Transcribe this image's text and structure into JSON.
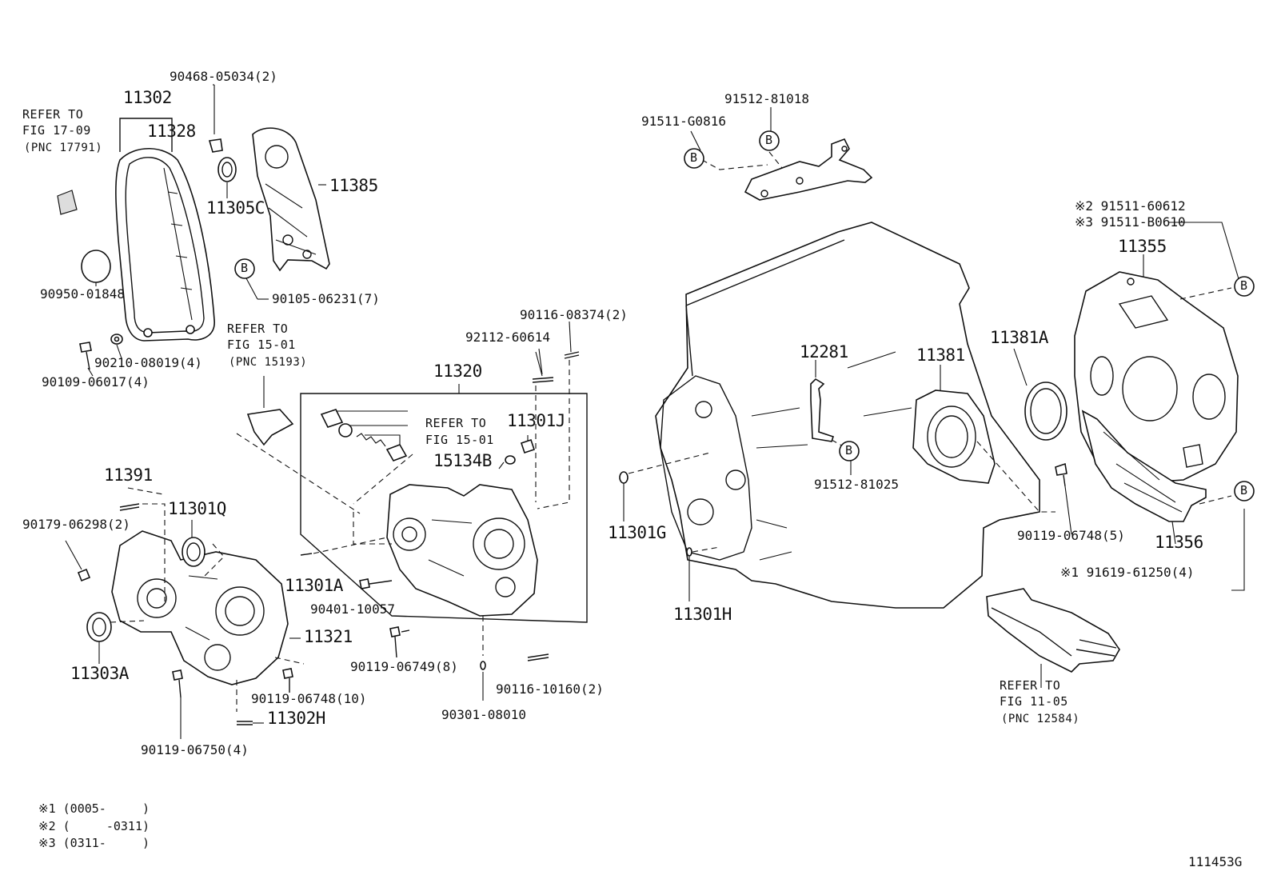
{
  "diagram": {
    "figure_code": "111453G",
    "refer": {
      "fig_17_09": {
        "line1": "REFER TO",
        "line2": "FIG 17-09",
        "line3": "(PNC 17791)"
      },
      "fig_15_01_upper": {
        "line1": "REFER TO",
        "line2": "FIG 15-01",
        "line3": "(PNC 15193)"
      },
      "fig_15_01_pump": {
        "line1": "REFER TO",
        "line2": "FIG 15-01"
      },
      "fig_11_05": {
        "line1": "REFER TO",
        "line2": "FIG 11-05",
        "line3": "(PNC 12584)"
      }
    },
    "parts": {
      "p90468_05034": "90468-05034(2)",
      "p11302": "11302",
      "p11328": "11328",
      "p11305C": "11305C",
      "p11385": "11385",
      "p90950_01848": "90950-01848",
      "p90105_06231": "90105-06231(7)",
      "p90210_08019": "90210-08019(4)",
      "p90109_06017": "90109-06017(4)",
      "p90116_08374": "90116-08374(2)",
      "p92112_60614": "92112-60614",
      "p11320": "11320",
      "p11301J": "11301J",
      "p15134B": "15134B",
      "p11391": "11391",
      "p11301Q": "11301Q",
      "p90179_06298": "90179-06298(2)",
      "p11301A": "11301A",
      "p90401_10057": "90401-10057",
      "p11321": "11321",
      "p11303A": "11303A",
      "p90119_06749": "90119-06749(8)",
      "p90119_06748_10": "90119-06748(10)",
      "p11302H": "11302H",
      "p90116_10160": "90116-10160(2)",
      "p90301_08010": "90301-08010",
      "p90119_06750": "90119-06750(4)",
      "p91512_81018": "91512-81018",
      "p91511_G0816": "91511-G0816",
      "p91511_60612": "※2 91511-60612",
      "p91511_B0610": "※3 91511-B0610",
      "p11355": "11355",
      "p12281": "12281",
      "p11381": "11381",
      "p11381A": "11381A",
      "p91512_81025": "91512-81025",
      "p11301G": "11301G",
      "p11301H": "11301H",
      "p90119_06748_5": "90119-06748(5)",
      "p11356": "11356",
      "p91619_61250": "※1 91619-61250(4)"
    },
    "marker_b": "B",
    "legend": [
      "※1 (0005-     )",
      "※2 (     -0311)",
      "※3 (0311-     )"
    ]
  }
}
